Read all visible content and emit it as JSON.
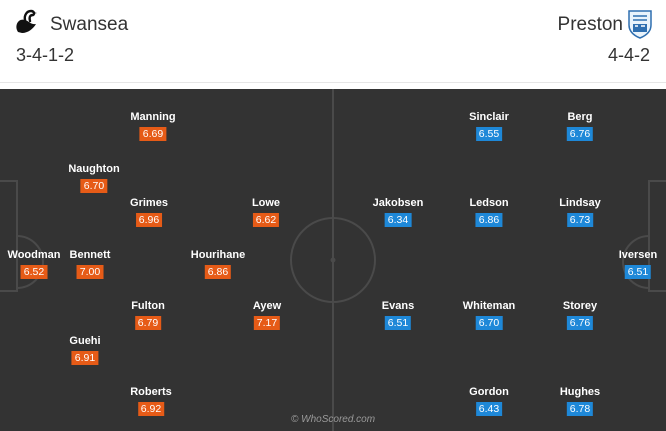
{
  "home": {
    "name": "Swansea",
    "formation": "3-4-1-2",
    "crest_icon": "swan-crest-icon",
    "rating_color": "#e65b17",
    "players": [
      {
        "name": "Woodman",
        "rating": "6.52"
      },
      {
        "name": "Naughton",
        "rating": "6.70"
      },
      {
        "name": "Bennett",
        "rating": "7.00"
      },
      {
        "name": "Guehi",
        "rating": "6.91"
      },
      {
        "name": "Manning",
        "rating": "6.69"
      },
      {
        "name": "Grimes",
        "rating": "6.96"
      },
      {
        "name": "Fulton",
        "rating": "6.79"
      },
      {
        "name": "Roberts",
        "rating": "6.92"
      },
      {
        "name": "Hourihane",
        "rating": "6.86"
      },
      {
        "name": "Lowe",
        "rating": "6.62"
      },
      {
        "name": "Ayew",
        "rating": "7.17"
      }
    ]
  },
  "away": {
    "name": "Preston",
    "formation": "4-4-2",
    "crest_icon": "preston-crest-icon",
    "rating_color": "#1e88d8",
    "players": [
      {
        "name": "Jakobsen",
        "rating": "6.34"
      },
      {
        "name": "Evans",
        "rating": "6.51"
      },
      {
        "name": "Sinclair",
        "rating": "6.55"
      },
      {
        "name": "Ledson",
        "rating": "6.86"
      },
      {
        "name": "Whiteman",
        "rating": "6.70"
      },
      {
        "name": "Gordon",
        "rating": "6.43"
      },
      {
        "name": "Berg",
        "rating": "6.76"
      },
      {
        "name": "Lindsay",
        "rating": "6.73"
      },
      {
        "name": "Storey",
        "rating": "6.76"
      },
      {
        "name": "Hughes",
        "rating": "6.78"
      },
      {
        "name": "Iversen",
        "rating": "6.51"
      }
    ]
  },
  "watermark": "© WhoScored.com"
}
